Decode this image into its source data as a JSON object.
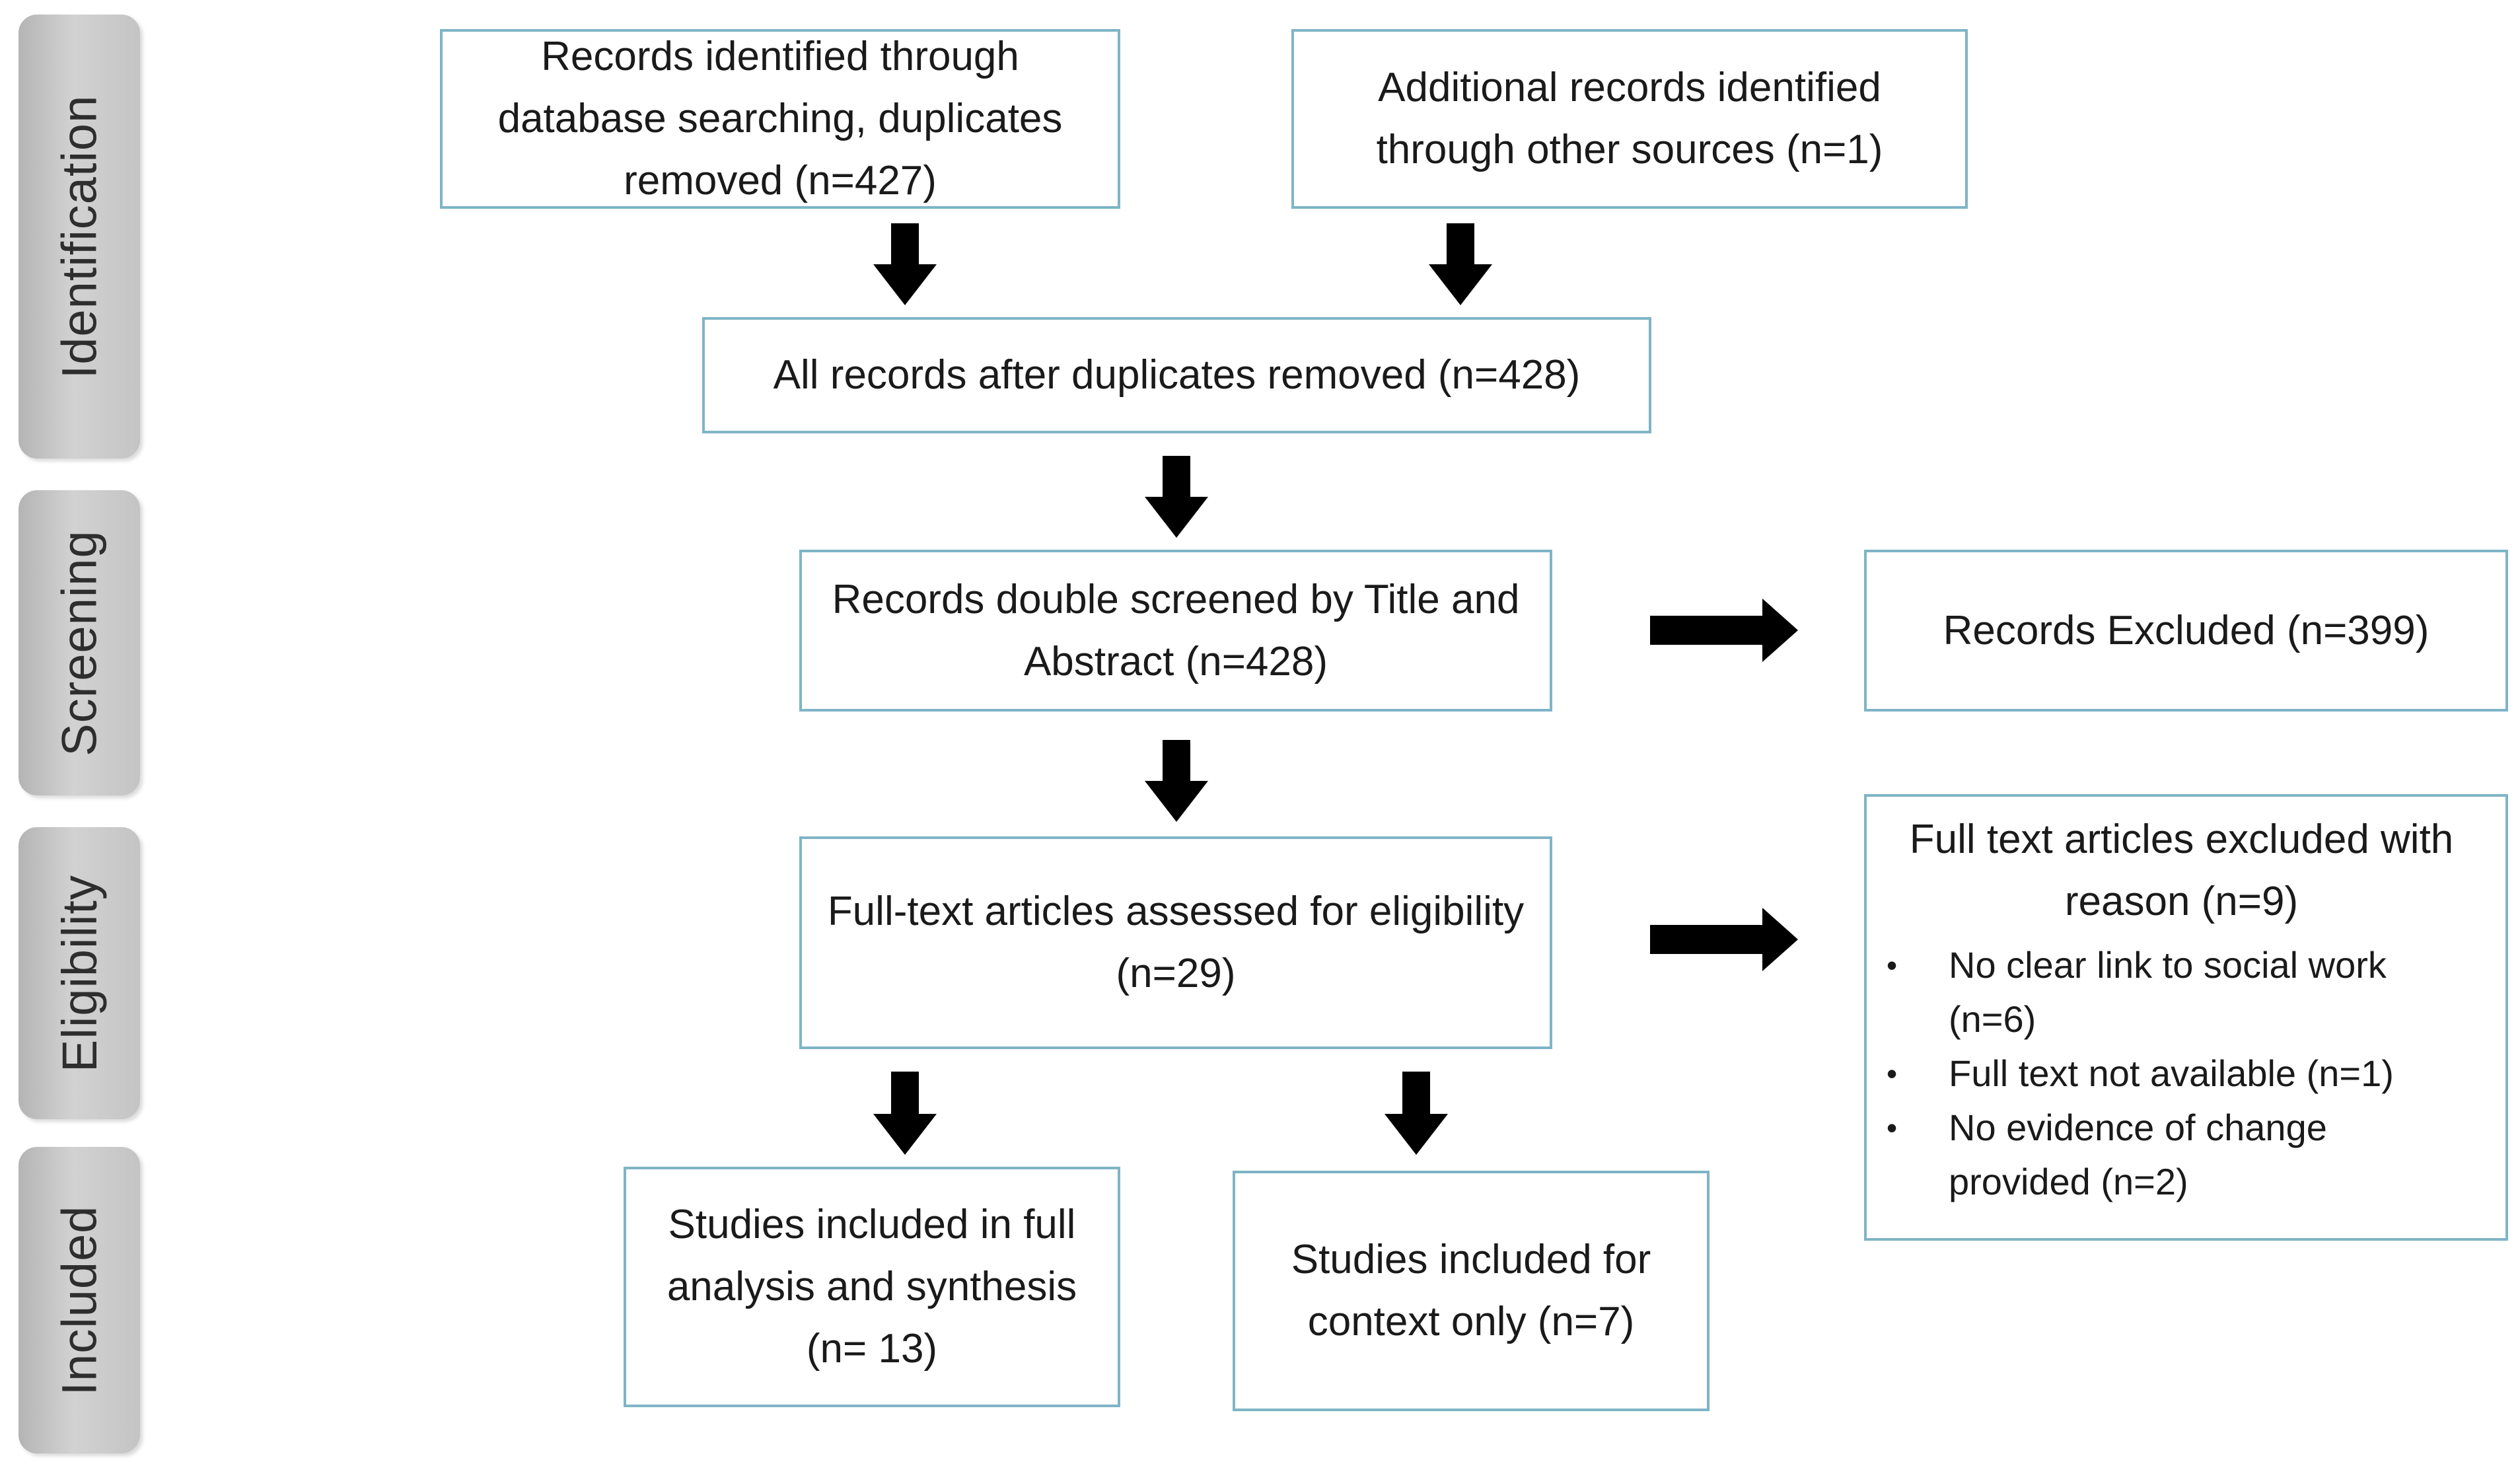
{
  "stages": {
    "identification": "Identification",
    "screening": "Screening",
    "eligibility": "Eligibility",
    "included": "Included"
  },
  "boxes": {
    "database": "Records identified through database searching, duplicates removed (n=427)",
    "other_sources": "Additional records identified through other sources (n=1)",
    "after_duplicates": "All records after duplicates removed (n=428)",
    "screened": "Records double screened by Title and Abstract (n=428)",
    "excluded": "Records Excluded (n=399)",
    "fulltext": "Full-text articles assessed for eligibility (n=29)",
    "fulltext_excluded": {
      "title": "Full text articles excluded with reason (n=9)",
      "reasons": [
        "No clear link to social work (n=6)",
        "Full text not available (n=1)",
        "No evidence  of change provided (n=2)"
      ]
    },
    "included_full": "Studies included in full analysis and synthesis (n= 13)",
    "included_context": "Studies included for context only  (n=7)"
  },
  "colors": {
    "box_border": "#7fb4c7",
    "arrow": "#000000",
    "stage_fill": "#c4c4c4"
  }
}
